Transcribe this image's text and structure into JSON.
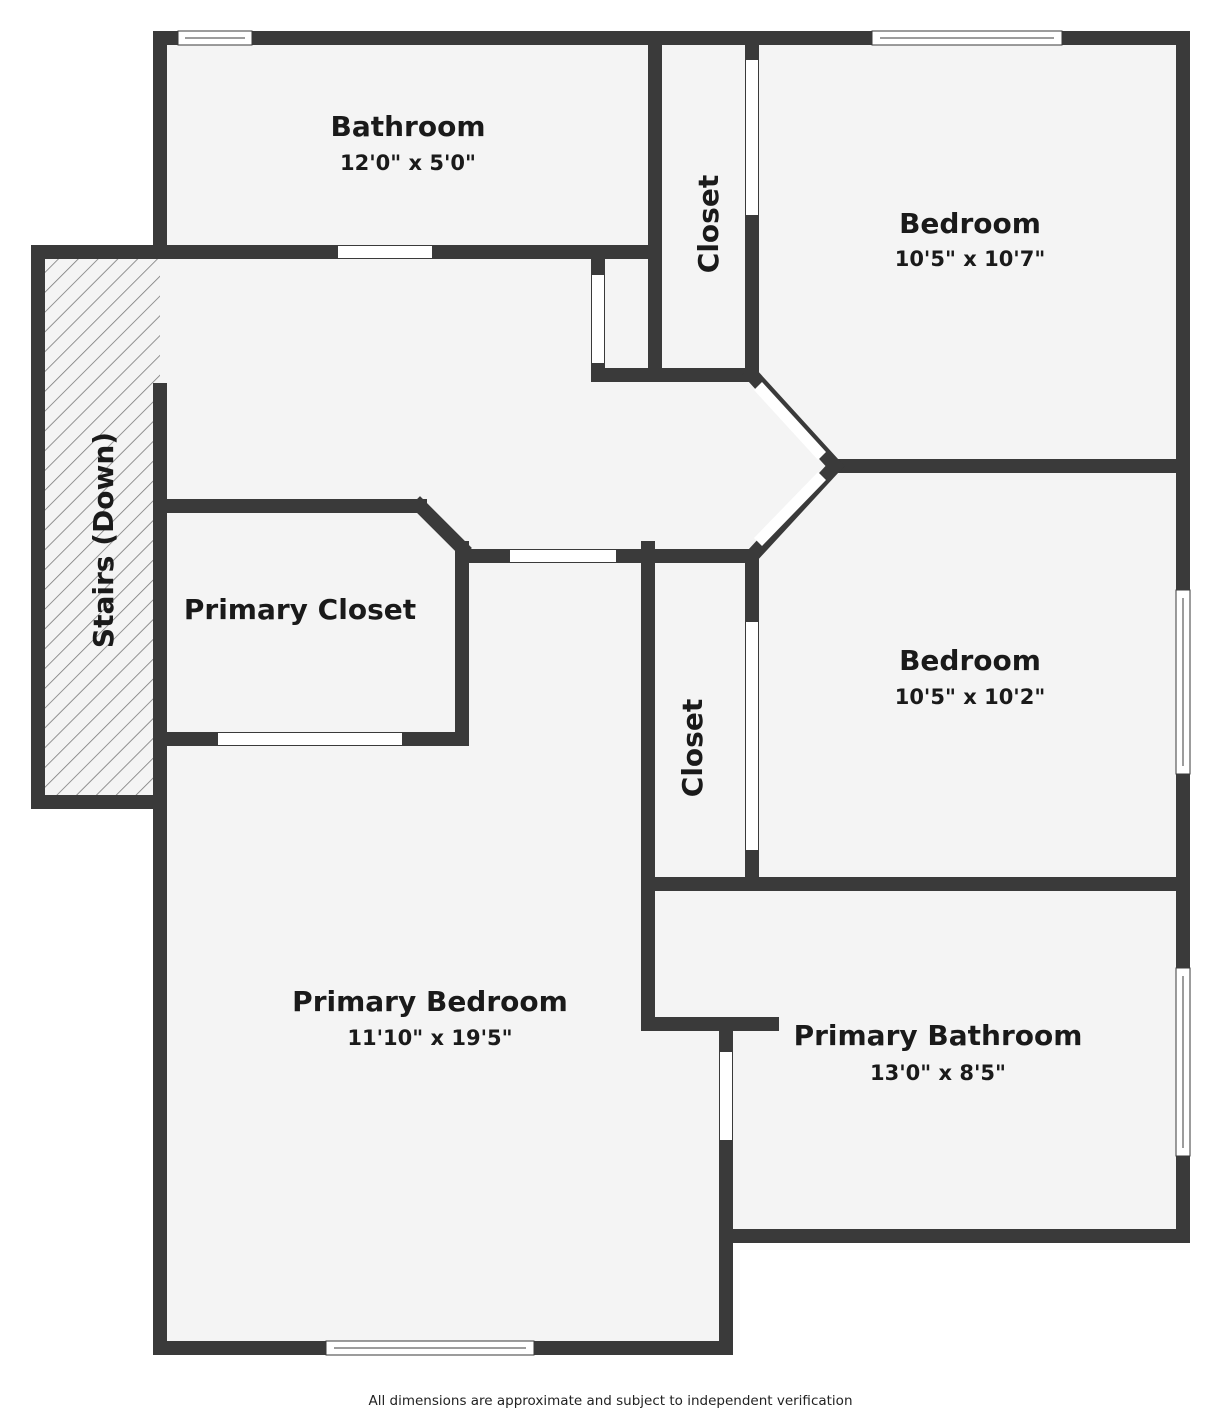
{
  "rooms": {
    "bathroom": {
      "name": "Bathroom",
      "dims": "12'0\" x 5'0\""
    },
    "bedroom_1": {
      "name": "Bedroom",
      "dims": "10'5\" x 10'7\""
    },
    "closet_top": {
      "name": "Closet"
    },
    "stairs": {
      "name": "Stairs (Down)"
    },
    "primary_closet": {
      "name": "Primary Closet"
    },
    "bedroom_2": {
      "name": "Bedroom",
      "dims": "10'5\" x 10'2\""
    },
    "closet_mid": {
      "name": "Closet"
    },
    "primary_bedroom": {
      "name": "Primary Bedroom",
      "dims": "11'10\" x 19'5\""
    },
    "primary_bathroom": {
      "name": "Primary Bathroom",
      "dims": "13'0\" x 8'5\""
    }
  },
  "disclaimer": "All dimensions are approximate and subject to independent verification",
  "colors": {
    "wall": "#3a3a3a",
    "floor": "#f4f4f4",
    "stairs_hatch": "#7a7a7a",
    "opening": "#ffffff"
  }
}
